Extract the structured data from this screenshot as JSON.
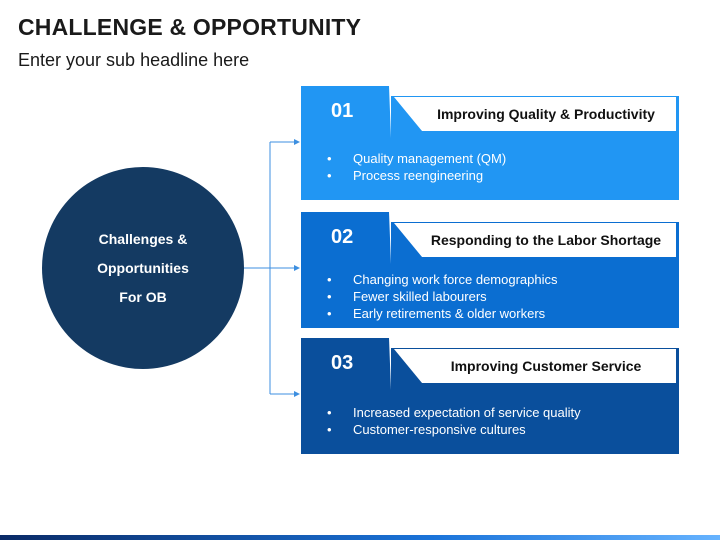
{
  "title": "CHALLENGE & OPPORTUNITY",
  "subtitle": "Enter your sub headline here",
  "center": {
    "lines": [
      "Challenges &",
      "Opportunities",
      "For OB"
    ]
  },
  "colors": {
    "circle": "#143a62",
    "card1": "#2196f3",
    "card2": "#0b6ed1",
    "card3": "#0a4f9c",
    "connector": "#3d8fe0"
  },
  "cards": [
    {
      "number": "01",
      "label": "Improving Quality & Productivity",
      "items": [
        "Quality management (QM)",
        "Process reengineering"
      ]
    },
    {
      "number": "02",
      "label": "Responding to the Labor Shortage",
      "items": [
        "Changing work force demographics",
        "Fewer skilled labourers",
        "Early retirements & older workers"
      ]
    },
    {
      "number": "03",
      "label": "Improving Customer Service",
      "items": [
        "Increased expectation of service quality",
        "Customer-responsive cultures"
      ]
    }
  ]
}
